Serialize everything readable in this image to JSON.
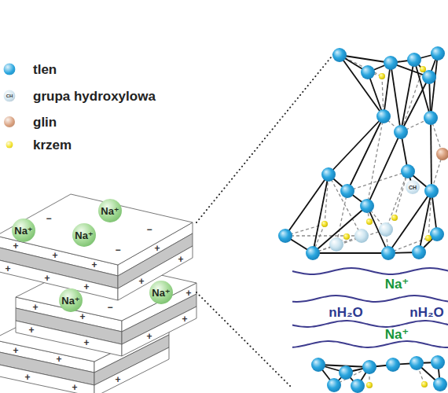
{
  "diagram": {
    "nodes": [
      {
        "text": [
          "Na⁺"
        ]
      },
      {
        "text": [
          "Na⁺"
        ]
      },
      {
        "text": [
          "Na⁺"
        ]
      },
      {
        "text": [
          "Na⁺"
        ]
      },
      {
        "text": [
          "Na⁺"
        ]
      },
      {
        "text": [
          "CH"
        ]
      }
    ],
    "labels": [
      "CH",
      "−",
      "−",
      "−",
      "+",
      "+",
      "+",
      "+",
      "+",
      "+",
      "+",
      "+",
      "+",
      "−",
      "+",
      "+",
      "+",
      "+",
      "+",
      "+",
      "+",
      "+",
      "+",
      "+",
      "+",
      "+",
      "Na⁺",
      "nH₂O",
      "nH₂O",
      "Na⁺"
    ],
    "legend": [
      {
        "text": "tlen",
        "color": "#2aa6df"
      },
      {
        "text": "grupa hydroxylowa",
        "color": "#cfe3ee"
      },
      {
        "text": "glin",
        "color": "#d9a07e"
      },
      {
        "text": "krzem",
        "color": "#f4e32c"
      }
    ]
  }
}
